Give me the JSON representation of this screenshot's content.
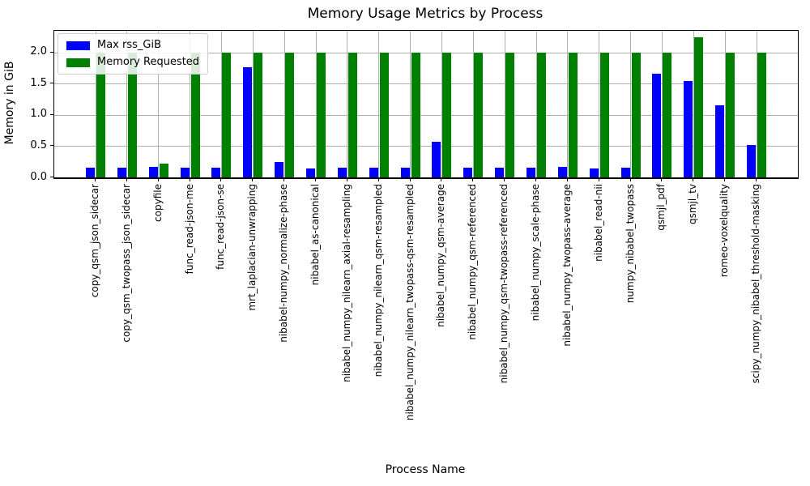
{
  "chart_data": {
    "type": "bar",
    "title": "Memory Usage Metrics by Process",
    "xlabel": "Process Name",
    "ylabel": "Memory in GiB",
    "categories": [
      "copy_qsm_json_sidecar",
      "copy_qsm_twopass_json_sidecar",
      "copyfile",
      "func_read-json-me",
      "func_read-json-se",
      "mrt_laplacian-unwrapping",
      "nibabel-numpy_normalize-phase",
      "nibabel_as-canonical",
      "nibabel_numpy_nilearn_axial-resampling",
      "nibabel_numpy_nilearn_qsm-resampled",
      "nibabel_numpy_nilearn_twopass-qsm-resampled",
      "nibabel_numpy_qsm-average",
      "nibabel_numpy_qsm-referenced",
      "nibabel_numpy_qsm-twopass-referenced",
      "nibabel_numpy_scale-phase",
      "nibabel_numpy_twopass-average",
      "nibabel_read-nii",
      "numpy_nibabel_twopass",
      "qsmjl_pdf",
      "qsmjl_tv",
      "romeo-voxelquality",
      "scipy_numpy_nibabel_threshold-masking"
    ],
    "series": [
      {
        "name": "Max rss_GiB",
        "color": "#0000ff",
        "values": [
          0.16,
          0.16,
          0.17,
          0.15,
          0.15,
          1.77,
          0.25,
          0.14,
          0.15,
          0.16,
          0.16,
          0.57,
          0.15,
          0.15,
          0.16,
          0.17,
          0.14,
          0.15,
          1.66,
          1.55,
          1.16,
          0.52
        ]
      },
      {
        "name": "Memory Requested",
        "color": "#008000",
        "values": [
          2.0,
          2.0,
          0.22,
          2.0,
          2.0,
          2.0,
          2.0,
          2.0,
          2.0,
          2.0,
          2.0,
          2.0,
          2.0,
          2.0,
          2.0,
          2.0,
          2.0,
          2.0,
          2.0,
          2.24,
          2.0,
          2.0
        ]
      }
    ],
    "yticks": [
      0.0,
      0.5,
      1.0,
      1.5,
      2.0
    ],
    "ylim": [
      0,
      2.35
    ],
    "grid": true,
    "grid_color": "#b0b0b0",
    "legend_position": "upper left"
  }
}
